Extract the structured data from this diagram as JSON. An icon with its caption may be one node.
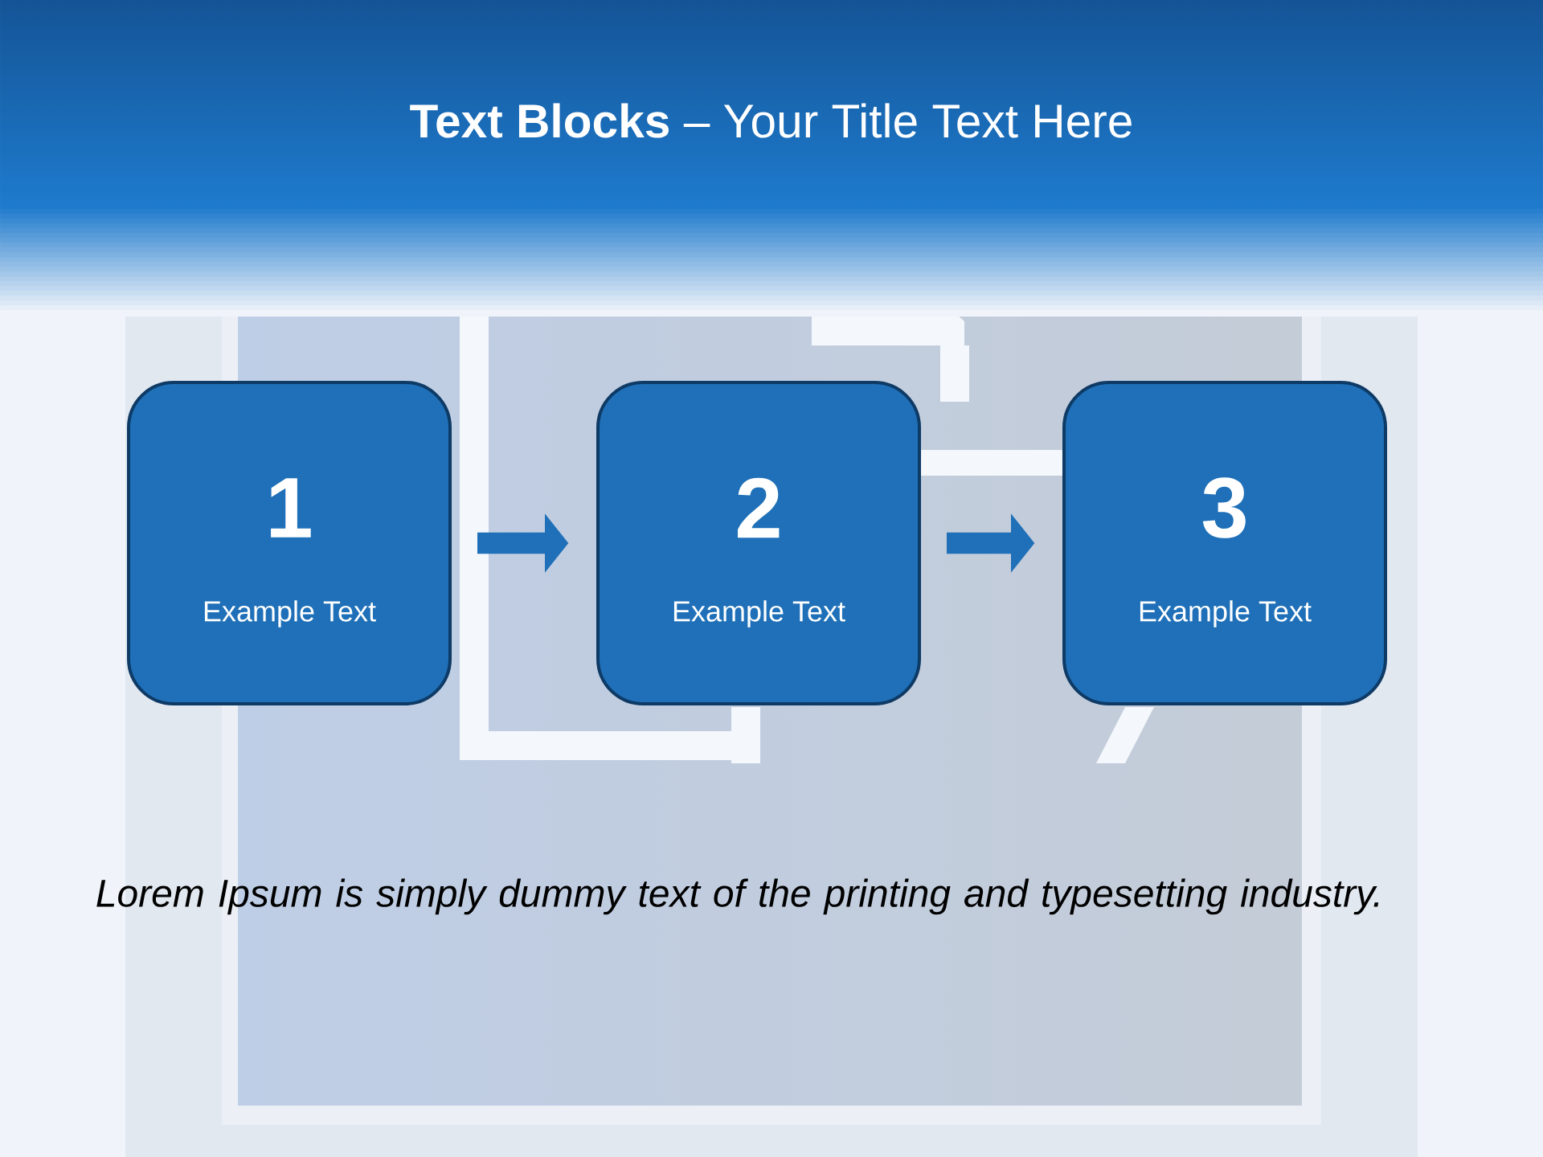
{
  "diagram": {
    "title": "**Text Blocks** – Your Title Text Here",
    "nodes": [
      {
        "text": [
          "1",
          "Example Text"
        ]
      },
      {
        "text": [
          "2",
          "Example Text"
        ]
      },
      {
        "text": [
          "3",
          "Example Text"
        ]
      }
    ],
    "edges": [
      {
        "from": 0,
        "to": 1,
        "arrow": "to"
      },
      {
        "from": 1,
        "to": 2,
        "arrow": "to"
      }
    ],
    "labels": [
      "Lorem Ipsum is simply dummy text of the printing and typesetting industry."
    ]
  }
}
